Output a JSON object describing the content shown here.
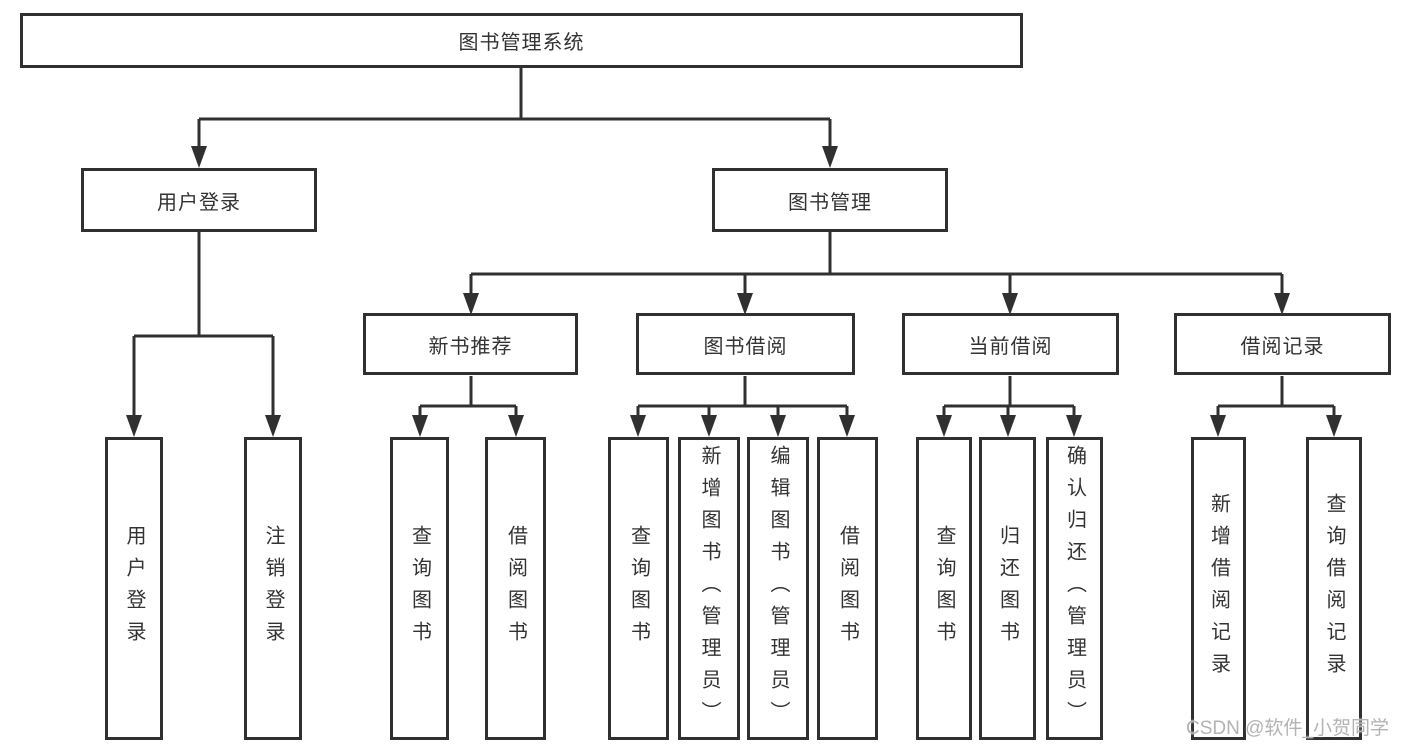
{
  "diagram_type": "hierarchy-org-chart",
  "tree": {
    "root": {
      "label": "图书管理系统"
    },
    "branches": [
      {
        "label": "用户登录",
        "children": [
          {
            "label": "用户登录"
          },
          {
            "label": "注销登录"
          }
        ]
      },
      {
        "label": "图书管理",
        "children": [
          {
            "label": "新书推荐",
            "children": [
              {
                "label": "查询图书"
              },
              {
                "label": "借阅图书"
              }
            ]
          },
          {
            "label": "图书借阅",
            "children": [
              {
                "label": "查询图书"
              },
              {
                "label": "新增图书（管理员）"
              },
              {
                "label": "编辑图书（管理员）"
              },
              {
                "label": "借阅图书"
              }
            ]
          },
          {
            "label": "当前借阅",
            "children": [
              {
                "label": "查询图书"
              },
              {
                "label": "归还图书"
              },
              {
                "label": "确认归还（管理员）"
              }
            ]
          },
          {
            "label": "借阅记录",
            "children": [
              {
                "label": "新增借阅记录"
              },
              {
                "label": "查询借阅记录"
              }
            ]
          }
        ]
      }
    ]
  },
  "watermark": {
    "text": "CSDN @软件_小贺同学"
  },
  "colors": {
    "line": "#303030",
    "box_background": "#ffffff",
    "text": "#333333",
    "watermark": "#b3b3b3",
    "page_background": "#ffffff"
  }
}
